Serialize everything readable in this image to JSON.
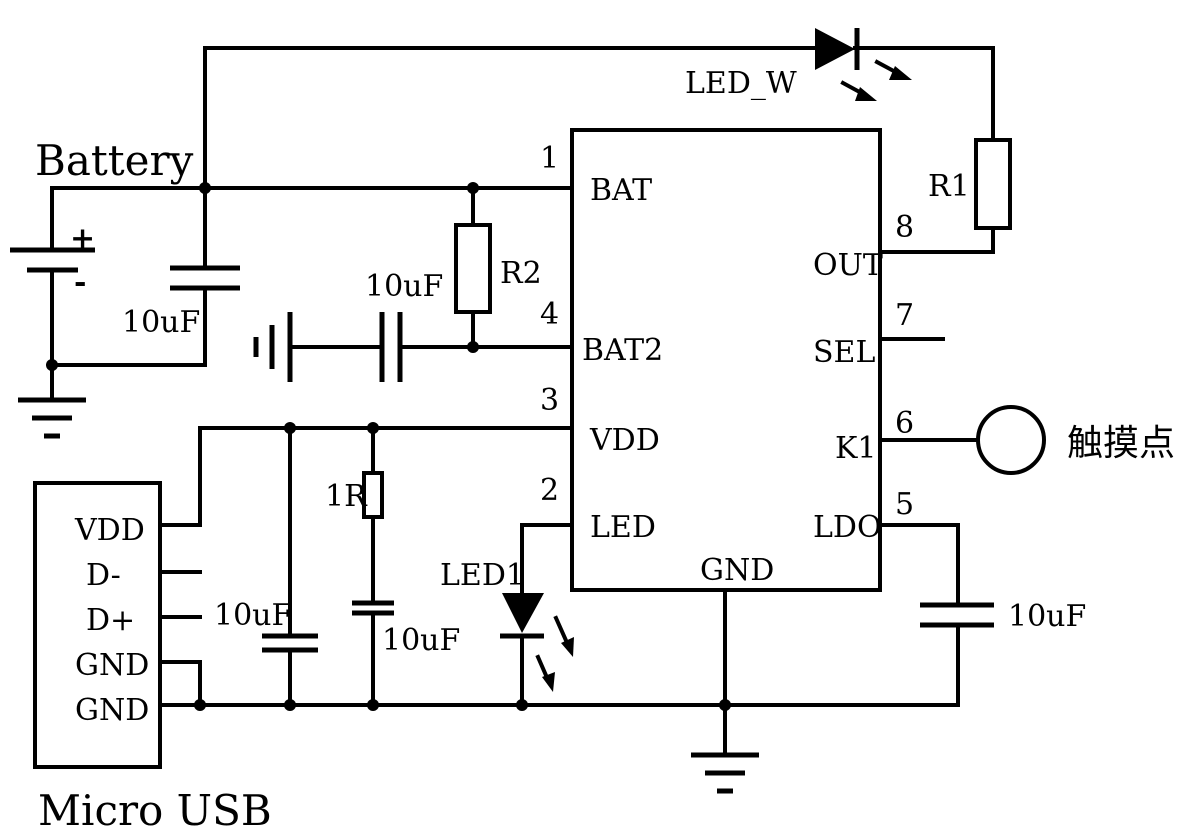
{
  "labels": {
    "battery": "Battery",
    "micro_usb": "Micro USB",
    "touch_point": "触摸点",
    "led_w": "LED_W",
    "led1": "LED1",
    "r1": "R1",
    "r2": "R2",
    "r_1r": "1R",
    "cap_batt": "10uF",
    "cap_bat2": "10uF",
    "cap_vdd": "10uF",
    "cap_1r": "10uF",
    "cap_ldo": "10uF",
    "plus": "+",
    "minus": "-"
  },
  "ic": {
    "pins_left": [
      {
        "num": "1",
        "name": "BAT"
      },
      {
        "num": "4",
        "name": "BAT2"
      },
      {
        "num": "3",
        "name": "VDD"
      },
      {
        "num": "2",
        "name": "LED"
      }
    ],
    "pins_right": [
      {
        "num": "8",
        "name": "OUT"
      },
      {
        "num": "7",
        "name": "SEL"
      },
      {
        "num": "6",
        "name": "K1"
      },
      {
        "num": "5",
        "name": "LDO"
      }
    ],
    "gnd": "GND"
  },
  "usb_pins": [
    "VDD",
    "D-",
    "D+",
    "GND",
    "GND"
  ]
}
